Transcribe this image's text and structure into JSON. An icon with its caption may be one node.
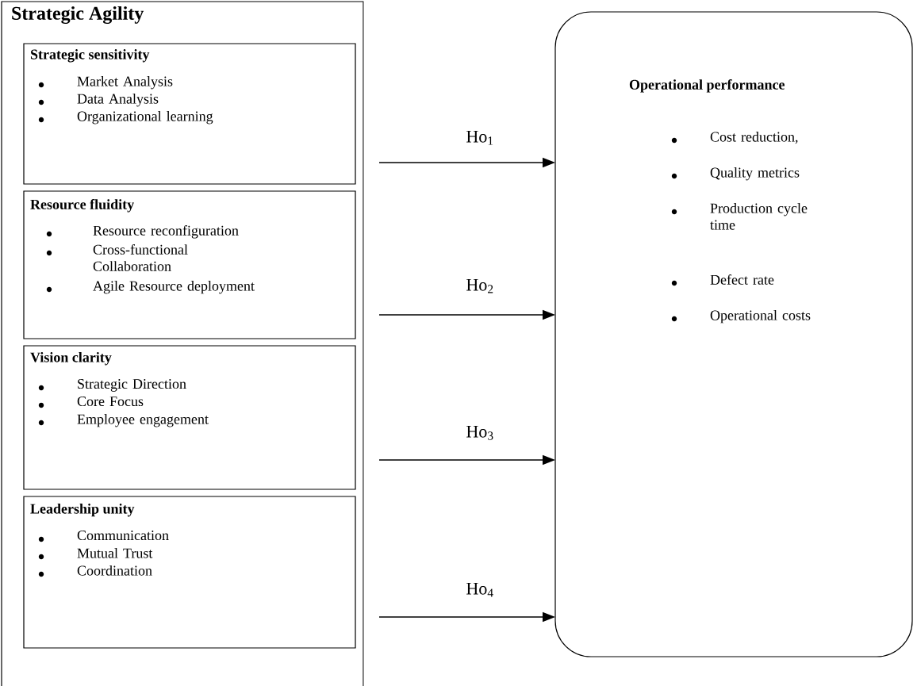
{
  "diagram": {
    "nodes": [
      {
        "text": [
          "Strategic Agility"
        ]
      },
      {
        "text": [
          "Strategic sensitivity",
          "Market Analysis",
          "Data Analysis",
          "Organizational learning"
        ],
        "in": 0
      },
      {
        "text": [
          "Resource fluidity",
          "Resource reconfiguration",
          "Cross-functional Collaboration",
          "Agile Resource deployment"
        ],
        "in": 0
      },
      {
        "text": [
          "Vision clarity",
          "Strategic Direction",
          "Core Focus",
          "Employee engagement"
        ],
        "in": 0
      },
      {
        "text": [
          "Leadership unity",
          "Communication",
          "Mutual Trust",
          "Coordination"
        ],
        "in": 0
      },
      {
        "text": [
          "Operational performance",
          "Cost reduction,",
          "Quality metrics",
          "Production cycle time",
          "Defect rate",
          "Operational costs"
        ]
      }
    ],
    "edges": [
      {
        "from": 1,
        "to": 5,
        "arrow": "to",
        "label": "Ho$_{1}$"
      },
      {
        "from": 2,
        "to": 5,
        "arrow": "to",
        "label": "Ho$_{2}$"
      },
      {
        "from": 3,
        "to": 5,
        "arrow": "to",
        "label": "Ho$_{3}$"
      },
      {
        "from": 4,
        "to": 5,
        "arrow": "to",
        "label": "Ho$_{4}$"
      }
    ]
  }
}
